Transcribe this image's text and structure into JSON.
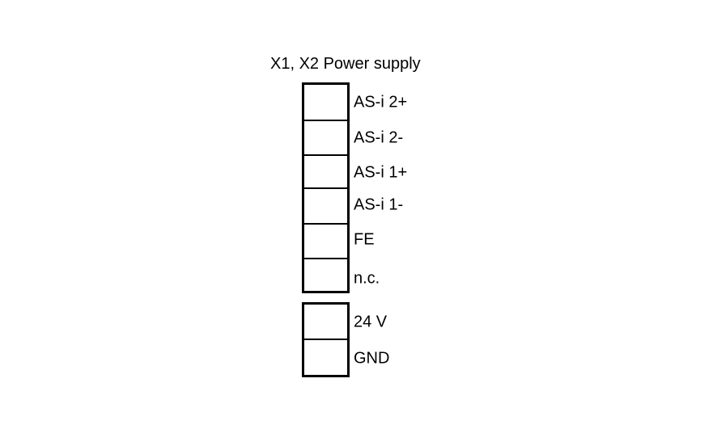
{
  "title": "X1, X2 Power supply",
  "block1": [
    "AS-i 2+",
    "AS-i 2-",
    "AS-i 1+",
    "AS-i 1-",
    "FE",
    "n.c."
  ],
  "block2": [
    "24 V",
    "GND"
  ]
}
